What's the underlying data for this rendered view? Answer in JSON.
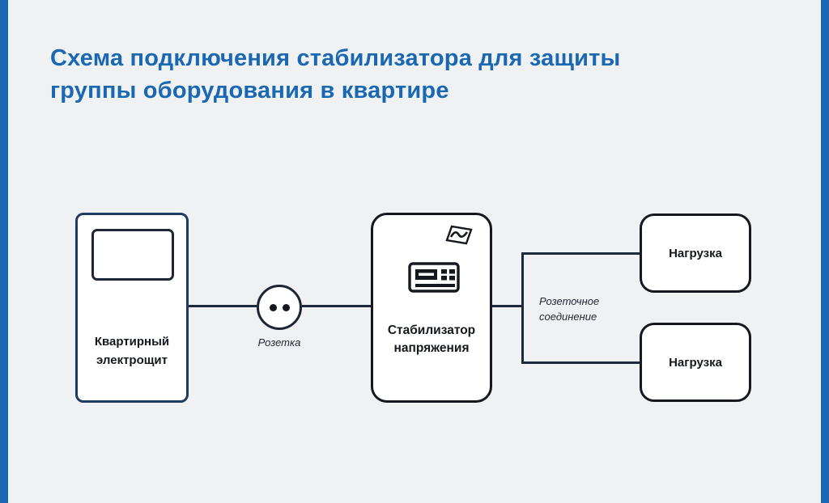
{
  "title": {
    "line1": "Схема подключения стабилизатора для защиты",
    "line2": "группы оборудования в квартире"
  },
  "colors": {
    "background": "#f0f1f2",
    "accent_blue": "#1a68b2",
    "panel_border_navy": "#203a61",
    "outline_dark": "#15181e",
    "connector_line": "#1e2a3c"
  },
  "diagram": {
    "panel": {
      "label_line1": "Квартирный",
      "label_line2": "электрощит"
    },
    "socket": {
      "label": "Розетка"
    },
    "stabilizer": {
      "label_line1": "Стабилизатор",
      "label_line2": "напряжения"
    },
    "connection_note": {
      "line1": "Розеточное",
      "line2": "соединение"
    },
    "load_top": {
      "label": "Нагрузка"
    },
    "load_bottom": {
      "label": "Нагрузка"
    }
  },
  "icons": {
    "socket": "socket-outlet-icon: circle with two pin holes",
    "stabilizer_logo": "wave-logo-icon: slanted square with S-wave",
    "stabilizer_panel": "control-panel-icon: display with buttons"
  }
}
